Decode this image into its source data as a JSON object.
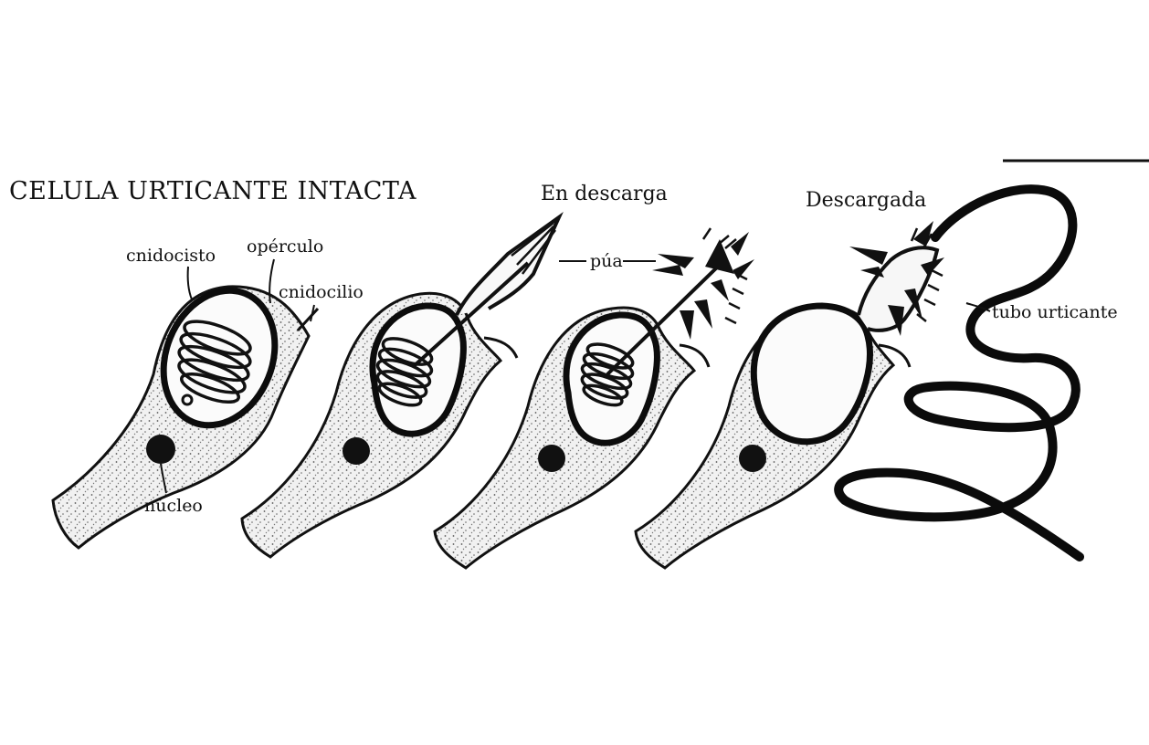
{
  "diagram": {
    "title": "CELULA URTICANTE INTACTA",
    "stages": {
      "discharging": "En descarga",
      "discharged": "Descargada"
    },
    "labels": {
      "cnidocyst": "cnidocisto",
      "operculum": "opérculo",
      "cnidocil": "cnidocilio",
      "nucleus": "núcleo",
      "barb": "púa",
      "stinging_tube": "tubo urticante"
    }
  }
}
